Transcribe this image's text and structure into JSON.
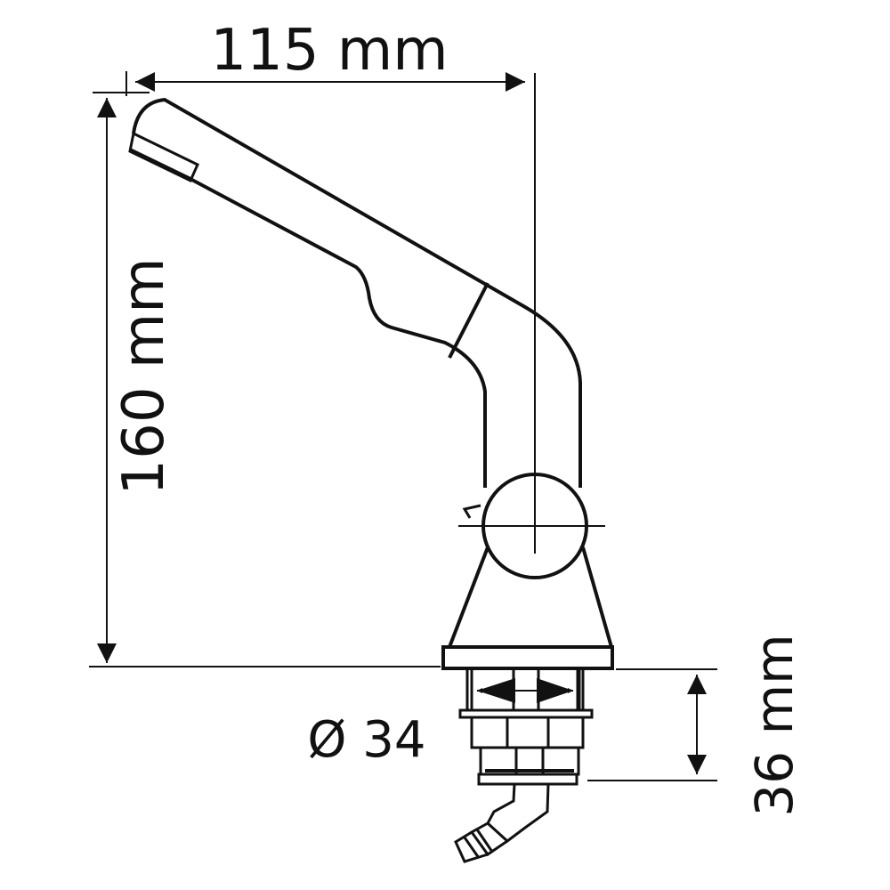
{
  "dimensions": {
    "width_label": "115 mm",
    "height_label": "160 mm",
    "diameter_label": "Ø 34",
    "thread_length_label": "36 mm"
  },
  "colors": {
    "line": "#111111",
    "background": "#ffffff"
  }
}
